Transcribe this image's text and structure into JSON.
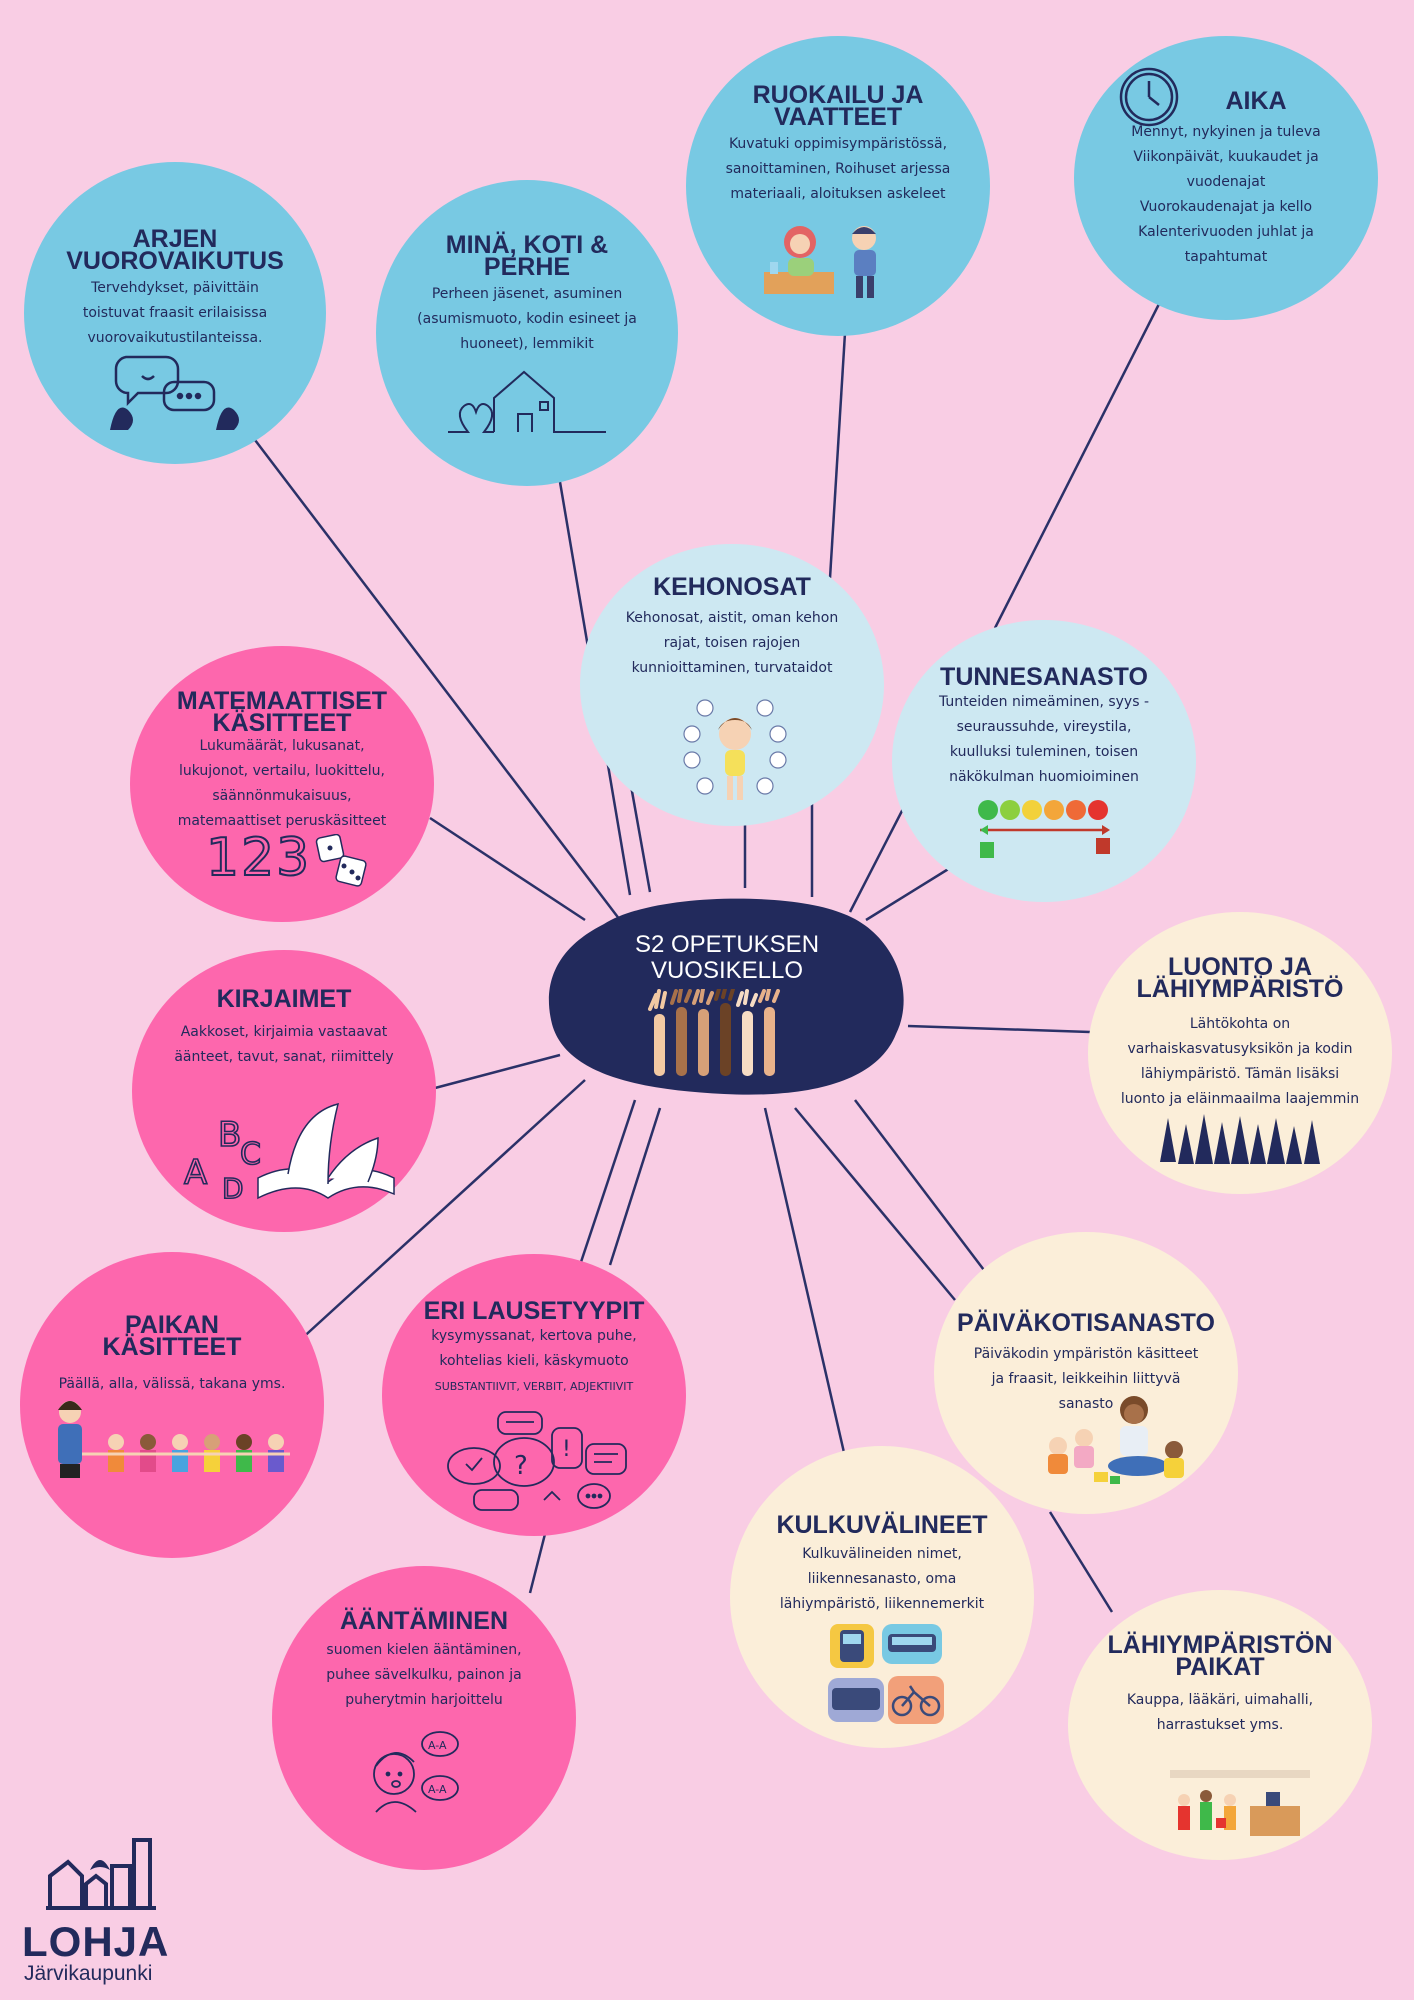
{
  "center": {
    "title_line1": "S2 OPETUKSEN",
    "title_line2": "VUOSIKELLO"
  },
  "topics": [
    {
      "key": "arki",
      "title_lines": [
        "ARJEN",
        "VUOROVAIKUTUS"
      ],
      "desc_lines": [
        "Tervehdykset, päivittäin",
        "toistuvat fraasit erilaisissa",
        "vuorovaikutustilanteissa."
      ],
      "color": "#78c9e3"
    },
    {
      "key": "mina",
      "title_lines": [
        "MINÄ, KOTI &",
        "PERHE"
      ],
      "desc_lines": [
        "Perheen jäsenet, asuminen",
        "(asumismuoto, kodin esineet ja",
        "huoneet), lemmikit"
      ],
      "color": "#78c9e3"
    },
    {
      "key": "ruokailu",
      "title_lines": [
        "RUOKAILU JA",
        "VAATTEET"
      ],
      "desc_lines": [
        "Kuvatuki oppimisympäristössä,",
        "sanoittaminen, Roihuset arjessa",
        "materiaali, aloituksen askeleet"
      ],
      "color": "#78c9e3"
    },
    {
      "key": "aika",
      "title_lines": [
        "AIKA"
      ],
      "desc_lines": [
        "Mennyt, nykyinen ja tuleva",
        "Viikonpäivät, kuukaudet ja",
        "vuodenajat",
        "Vuorokaudenajat ja kello",
        "Kalenterivuoden juhlat ja",
        "tapahtumat"
      ],
      "color": "#78c9e3"
    },
    {
      "key": "kehonosat",
      "title_lines": [
        "KEHONOSAT"
      ],
      "desc_lines": [
        "Kehonosat, aistit, oman kehon",
        "rajat, toisen rajojen",
        "kunnioittaminen, turvataidot"
      ],
      "color": "#cde8f2"
    },
    {
      "key": "tunne",
      "title_lines": [
        "TUNNESANASTO"
      ],
      "desc_lines": [
        "Tunteiden nimeäminen, syys -",
        "seuraussuhde, vireystila,",
        "kuulluksi tuleminen, toisen",
        "näkökulman huomioiminen"
      ],
      "color": "#cde8f2"
    },
    {
      "key": "matematiikka",
      "title_lines": [
        "MATEMAATTISET",
        "KÄSITTEET"
      ],
      "desc_lines": [
        "Lukumäärät, lukusanat,",
        "lukujonot, vertailu, luokittelu,",
        "säännönmukaisuus,",
        "matemaattiset peruskäsitteet"
      ],
      "color": "#fd67ad"
    },
    {
      "key": "kirjaimet",
      "title_lines": [
        "KIRJAIMET"
      ],
      "desc_lines": [
        "Aakkoset, kirjaimia vastaavat",
        "äänteet, tavut, sanat, riimittely"
      ],
      "color": "#fd67ad"
    },
    {
      "key": "paikka",
      "title_lines": [
        "PAIKAN",
        "KÄSITTEET"
      ],
      "desc_lines": [
        "Päällä, alla, välissä, takana yms."
      ],
      "color": "#fd67ad"
    },
    {
      "key": "lausetyypit",
      "title_lines": [
        "ERI LAUSETYYPIT"
      ],
      "desc_lines": [
        "kysymyssanat, kertova puhe,",
        "kohtelias kieli, käskymuoto",
        "SUBSTANTIIVIT, VERBIT, ADJEKTIIVIT"
      ],
      "color": "#fd67ad"
    },
    {
      "key": "aantaminen",
      "title_lines": [
        "ÄÄNTÄMINEN"
      ],
      "desc_lines": [
        "suomen kielen ääntäminen,",
        "puhee sävelkulku, painon ja",
        "puherytmin harjoittelu"
      ],
      "color": "#fd67ad"
    },
    {
      "key": "luonto",
      "title_lines": [
        "LUONTO JA",
        "LÄHIYMPÄRISTÖ"
      ],
      "desc_lines": [
        "Lähtökohta on",
        "varhaiskasvatusyksikön ja kodin",
        "lähiympäristö. Tämän lisäksi",
        "luonto ja eläinmaailma laajemmin"
      ],
      "color": "#fbeed9"
    },
    {
      "key": "paivakoti",
      "title_lines": [
        "PÄIVÄKOTISANASTO"
      ],
      "desc_lines": [
        "Päiväkodin ympäristön käsitteet",
        "ja fraasit, leikkeihin liittyvä",
        "sanasto"
      ],
      "color": "#fbeed9"
    },
    {
      "key": "kulku",
      "title_lines": [
        "KULKUVÄLINEET"
      ],
      "desc_lines": [
        "Kulkuvälineiden nimet,",
        "liikennesanasto, oma",
        "lähiympäristö, liikennemerkit"
      ],
      "color": "#fbeed9"
    },
    {
      "key": "paikat",
      "title_lines": [
        "LÄHIYMPÄRISTÖN",
        "PAIKAT"
      ],
      "desc_lines": [
        "Kauppa, lääkäri, uimahalli,",
        "harrastukset yms."
      ],
      "color": "#fbeed9"
    }
  ],
  "math_numbers": "123",
  "abc_letters": [
    "A",
    "B",
    "C",
    "D"
  ],
  "speech_labels": [
    "A-A",
    "A-A"
  ],
  "logo": {
    "name": "LOHJA",
    "subtitle": "Järvikaupunki"
  },
  "colors": {
    "background": "#f9cde4",
    "navy": "#222a5c",
    "blue": "#78c9e3",
    "light_blue": "#cde8f2",
    "pink": "#fd67ad",
    "cream": "#fbeed9"
  }
}
